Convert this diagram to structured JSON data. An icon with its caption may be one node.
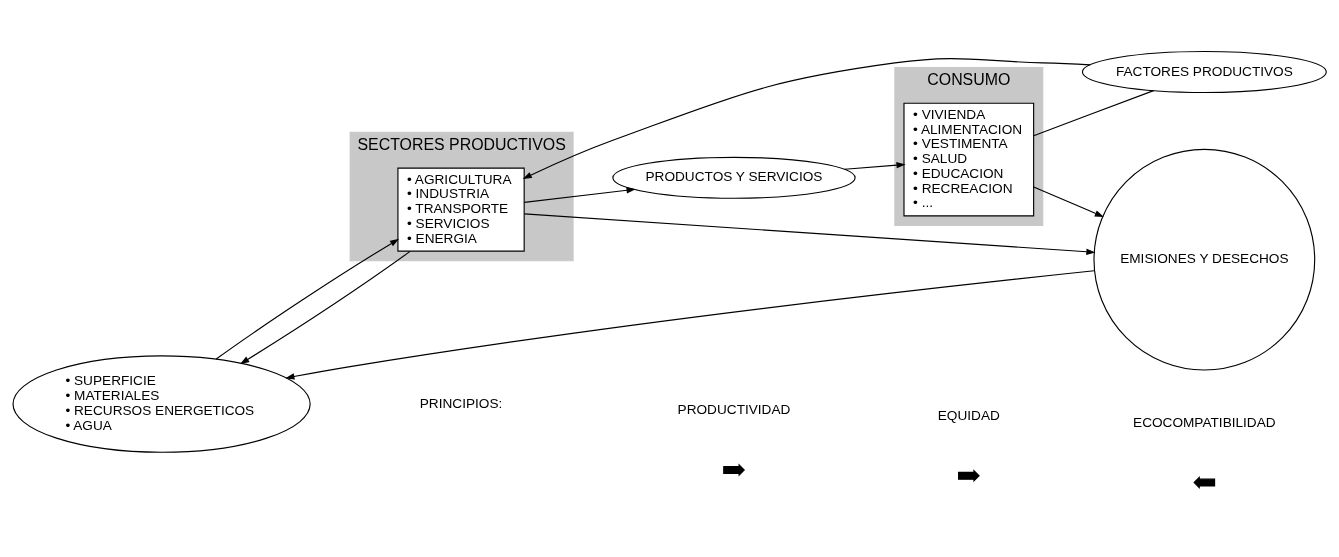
{
  "diagram": {
    "nodes": [
      {
        "text": [
          "• SUPERFICIE",
          "• MATERIALES",
          "• RECURSOS ENERGETICOS",
          "• AGUA"
        ]
      },
      {
        "text": [
          "SECTORES PRODUCTIVOS"
        ]
      },
      {
        "text": [
          "• AGRICULTURA",
          "• INDUSTRIA",
          "• TRANSPORTE",
          "• SERVICIOS",
          "• ENERGIA"
        ],
        "in": 1
      },
      {
        "text": [
          "FACTORES PRODUCTIVOS"
        ]
      },
      {
        "text": [
          "PRODUCTOS Y SERVICIOS"
        ]
      },
      {
        "text": [
          "CONSUMO"
        ]
      },
      {
        "text": [
          "• VIVIENDA",
          "• ALIMENTACION",
          "• VESTIMENTA",
          "• SALUD",
          "• EDUCACION",
          "• RECREACION",
          "• ..."
        ],
        "in": 5
      },
      {
        "text": [
          "EMISIONES Y DESECHOS"
        ]
      }
    ],
    "edges": [
      {
        "from": 0,
        "to": 2,
        "arrow": "to"
      },
      {
        "from": 2,
        "to": 4,
        "arrow": "to"
      },
      {
        "from": 4,
        "to": 6,
        "arrow": "to"
      },
      {
        "from": 6,
        "to": 7,
        "arrow": "to"
      },
      {
        "from": 7,
        "to": 0,
        "arrow": "to"
      },
      {
        "from": 2,
        "to": 0,
        "arrow": "to"
      },
      {
        "from": 2,
        "to": 7,
        "arrow": "to"
      },
      {
        "from": 6,
        "to": 3,
        "arrow": "none"
      },
      {
        "from": 3,
        "to": 2,
        "arrow": "to"
      }
    ],
    "labels": [
      "PRINCIPIOS:"
    ],
    "legend": [
      {
        "text": "PRODUCTIVIDAD"
      },
      {
        "text": "EQUIDAD"
      },
      {
        "text": "ECOCOMPATIBILIDAD"
      }
    ]
  }
}
